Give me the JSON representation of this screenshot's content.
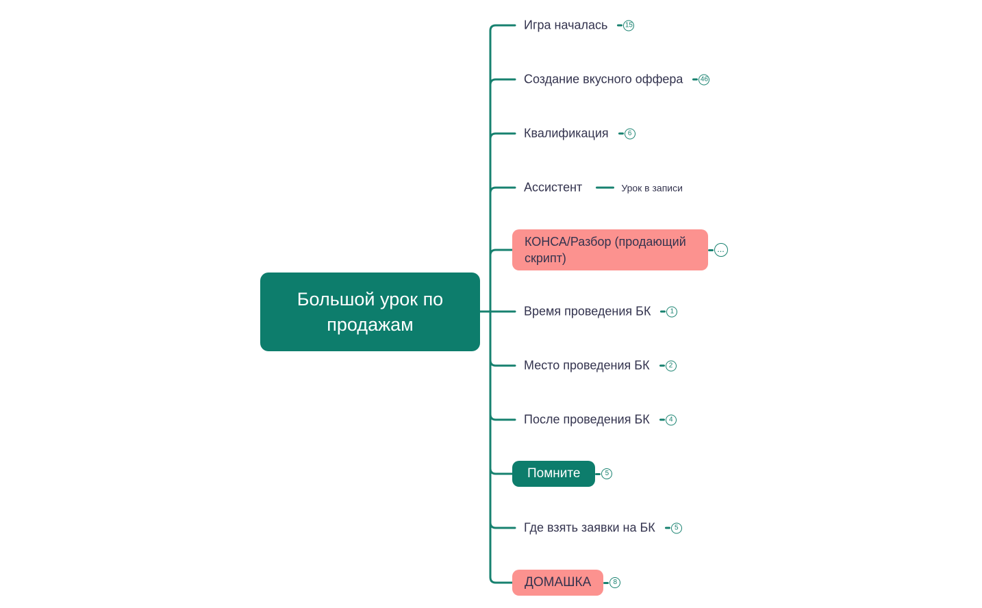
{
  "root": {
    "label": "Большой урок по продажам"
  },
  "branches": [
    {
      "label": "Игра началась",
      "style": "plain",
      "badge": "15"
    },
    {
      "label": "Создание вкусного оффера",
      "style": "plain",
      "badge": "46"
    },
    {
      "label": "Квалификация",
      "style": "plain",
      "badge": "6"
    },
    {
      "label": "Ассистент",
      "style": "plain",
      "badge": null,
      "child": "Урок в записи"
    },
    {
      "label": "КОНСА/Разбор (продающий скрипт)",
      "style": "pink-box",
      "badge": "..."
    },
    {
      "label": "Время проведения БК",
      "style": "plain",
      "badge": "1"
    },
    {
      "label": "Место проведения БК",
      "style": "plain",
      "badge": "2"
    },
    {
      "label": "После проведения БК",
      "style": "plain",
      "badge": "4"
    },
    {
      "label": "Помните",
      "style": "teal-box",
      "badge": "5"
    },
    {
      "label": "Где взять заявки на БК",
      "style": "plain",
      "badge": "5"
    },
    {
      "label": "ДОМАШКА",
      "style": "pink-box",
      "badge": "8"
    }
  ],
  "colors": {
    "node_teal": "#0D7D6C",
    "line_teal": "#17816F",
    "node_pink": "#FC928F",
    "text_dark": "#33334E"
  }
}
